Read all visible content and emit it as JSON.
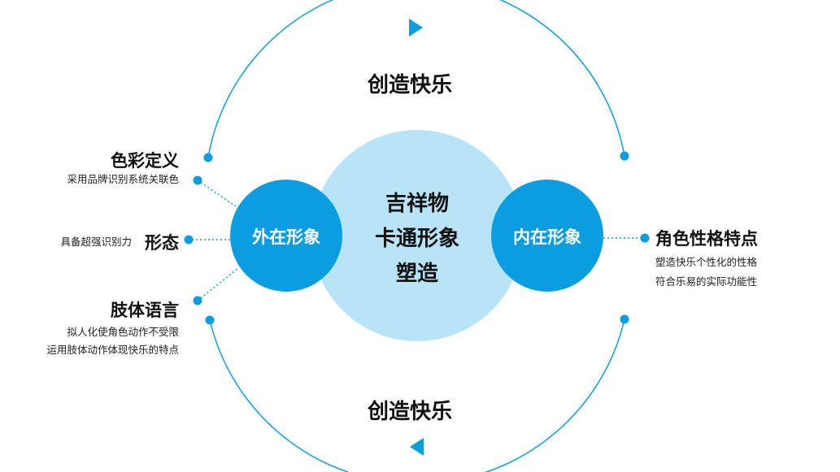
{
  "colors": {
    "accent": "#0a9ee0",
    "light": "#b7e4f7",
    "text": "#111111"
  },
  "top_label": "创造快乐",
  "bottom_label": "创造快乐",
  "center": {
    "line1": "吉祥物",
    "line2": "卡通形象",
    "line3": "塑造"
  },
  "left_circle": "外在形象",
  "right_circle": "内在形象",
  "left_items": [
    {
      "title": "色彩定义",
      "desc": [
        "采用品牌识别系统关联色"
      ]
    },
    {
      "title": "形态",
      "desc": [
        "具备超强识别力"
      ]
    },
    {
      "title": "肢体语言",
      "desc": [
        "拟人化使角色动作不受限",
        "运用肢体动作体现快乐的特点"
      ]
    }
  ],
  "right_item": {
    "title": "角色性格特点",
    "desc": [
      "塑造快乐个性化的性格",
      "符合乐易的实际功能性"
    ]
  }
}
